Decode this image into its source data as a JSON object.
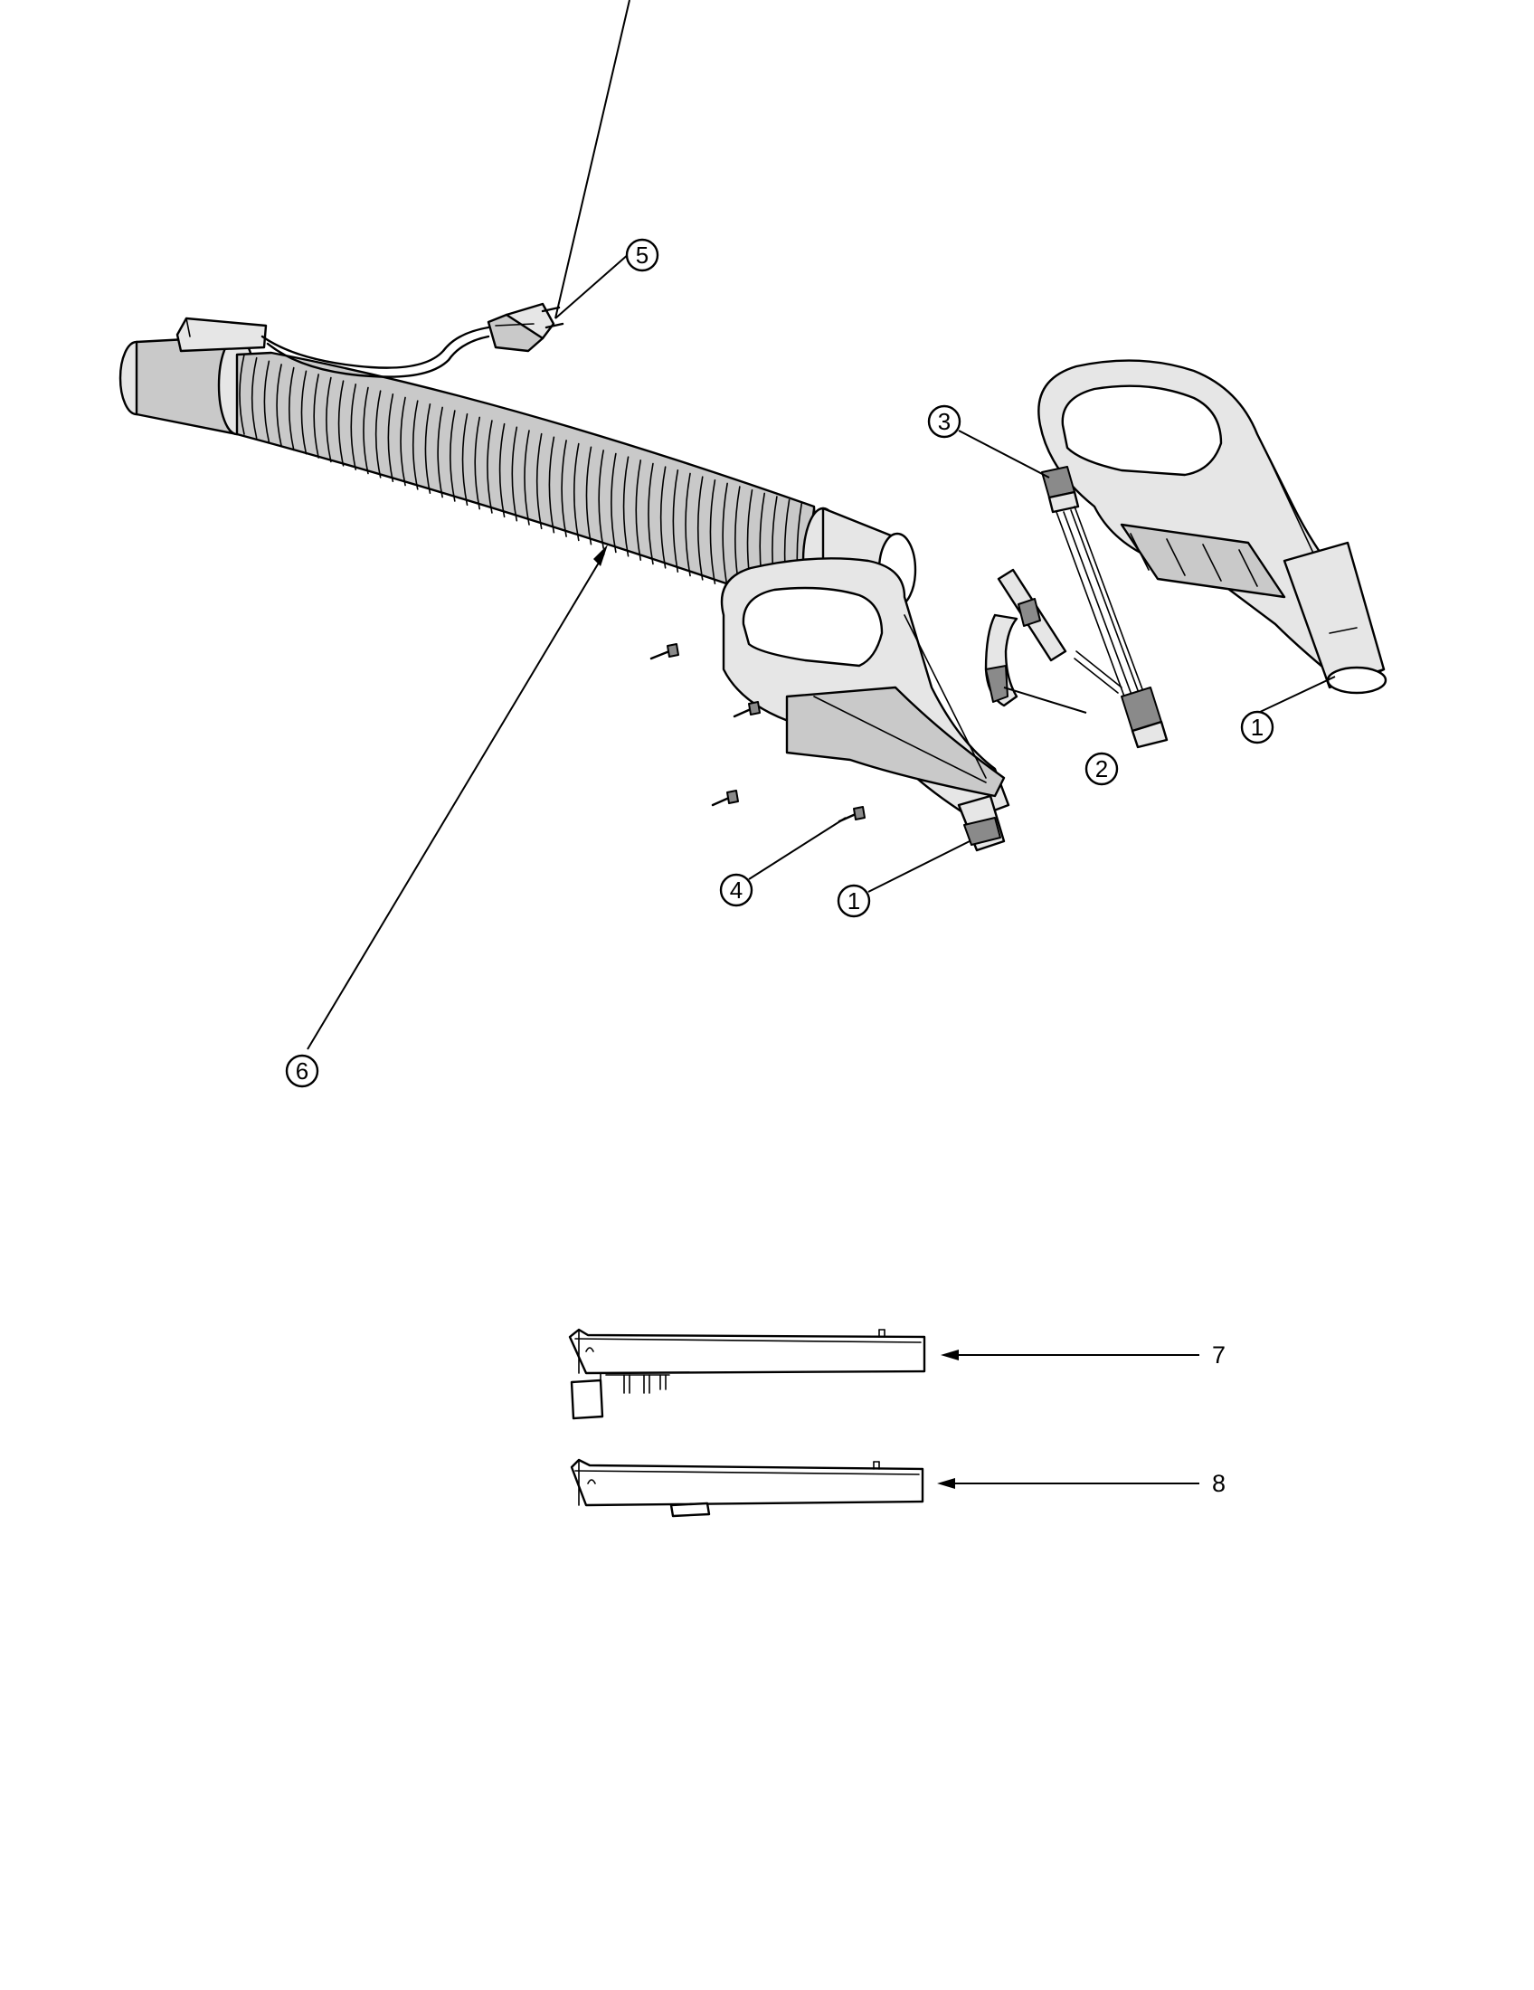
{
  "callouts": {
    "c1a": "1",
    "c1b": "1",
    "c2": "2",
    "c3": "3",
    "c4": "4",
    "c5": "5",
    "c6": "6"
  },
  "labels": {
    "l7": "7",
    "l8": "8"
  }
}
